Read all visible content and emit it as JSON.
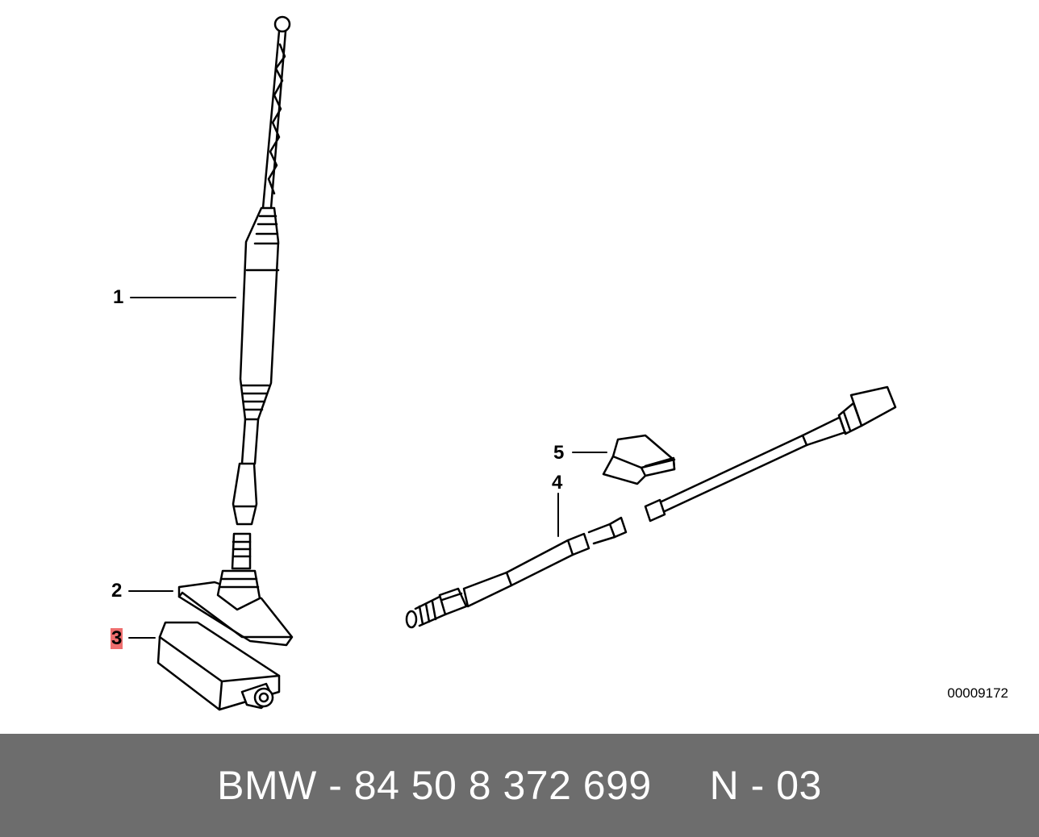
{
  "diagram": {
    "callouts": [
      {
        "label": "1"
      },
      {
        "label": "2"
      },
      {
        "label": "3",
        "highlight_color": "#ee6e6e"
      },
      {
        "label": "4"
      },
      {
        "label": "5"
      }
    ],
    "drawing_number": "00009172"
  },
  "footer": {
    "text": "BMW - 84 50 8 372 699     N - 03",
    "background_color": "#6d6d6d",
    "text_color": "#ffffff"
  }
}
